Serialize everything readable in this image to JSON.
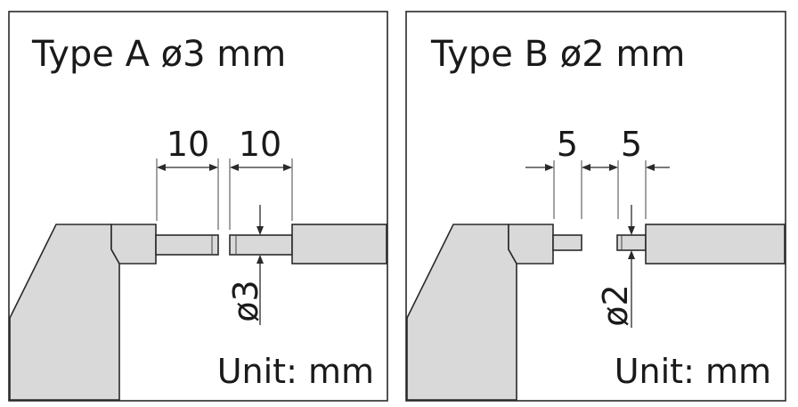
{
  "panel_a": {
    "title": "Type A  ø3 mm",
    "dim_left": "10",
    "dim_right": "10",
    "dia_label": "ø3",
    "unit_label": "Unit: mm"
  },
  "panel_b": {
    "title": "Type B  ø2 mm",
    "dim_left": "5",
    "dim_right": "5",
    "dia_label": "ø2",
    "unit_label": "Unit: mm"
  },
  "colors": {
    "part_fill": "#d9d9d9",
    "outline": "#2a2a2a"
  }
}
